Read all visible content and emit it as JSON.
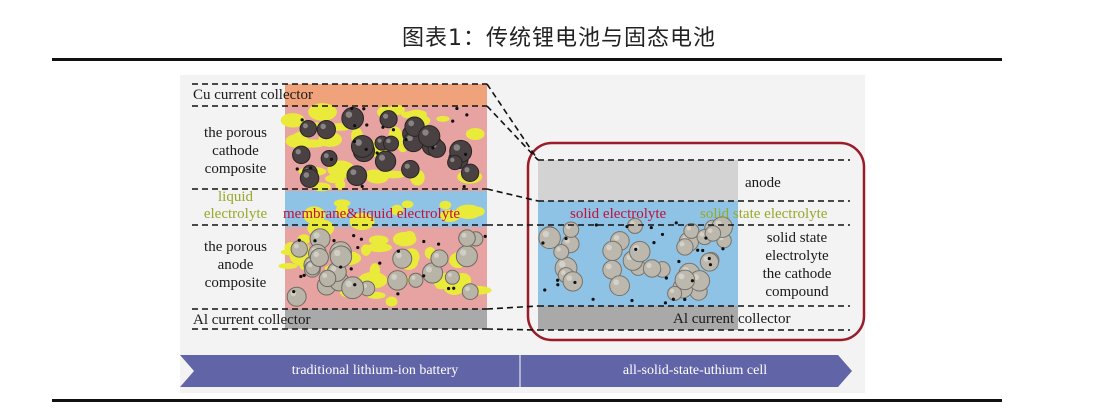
{
  "title": "图表1：传统锂电池与固态电池",
  "left": {
    "cu_collector": "Cu current collector",
    "cathode_line1": "the porous",
    "cathode_line2": "cathode",
    "cathode_line3": "composite",
    "liquid_line1": "liquid",
    "liquid_line2": "electrolyte",
    "membrane": "membrane&liquid electrolyte",
    "anode_line1": "the porous",
    "anode_line2": "anode",
    "anode_line3": "composite",
    "al_collector": "Al current collector"
  },
  "right": {
    "anode": "anode",
    "solid_electrolyte": "solid electrolyte",
    "solid_state_electrolyte": "solid state electrolyte",
    "sse_line1": "solid state",
    "sse_line2": "electrolyte",
    "cathode_compound_line1": "the cathode",
    "cathode_compound_line2": "compound",
    "al_collector": "Al current collector"
  },
  "arrow": {
    "left_label": "traditional lithium-ion battery",
    "right_label": "all-solid-state-uthium cell"
  },
  "colors": {
    "copper": "#f0a27a",
    "pink": "#e7a2a2",
    "yellow": "#eaea3a",
    "blue": "#8fc3e6",
    "gray": "#a9a9a9",
    "arrow": "#6264a8",
    "outline": "#9b1b2b"
  }
}
